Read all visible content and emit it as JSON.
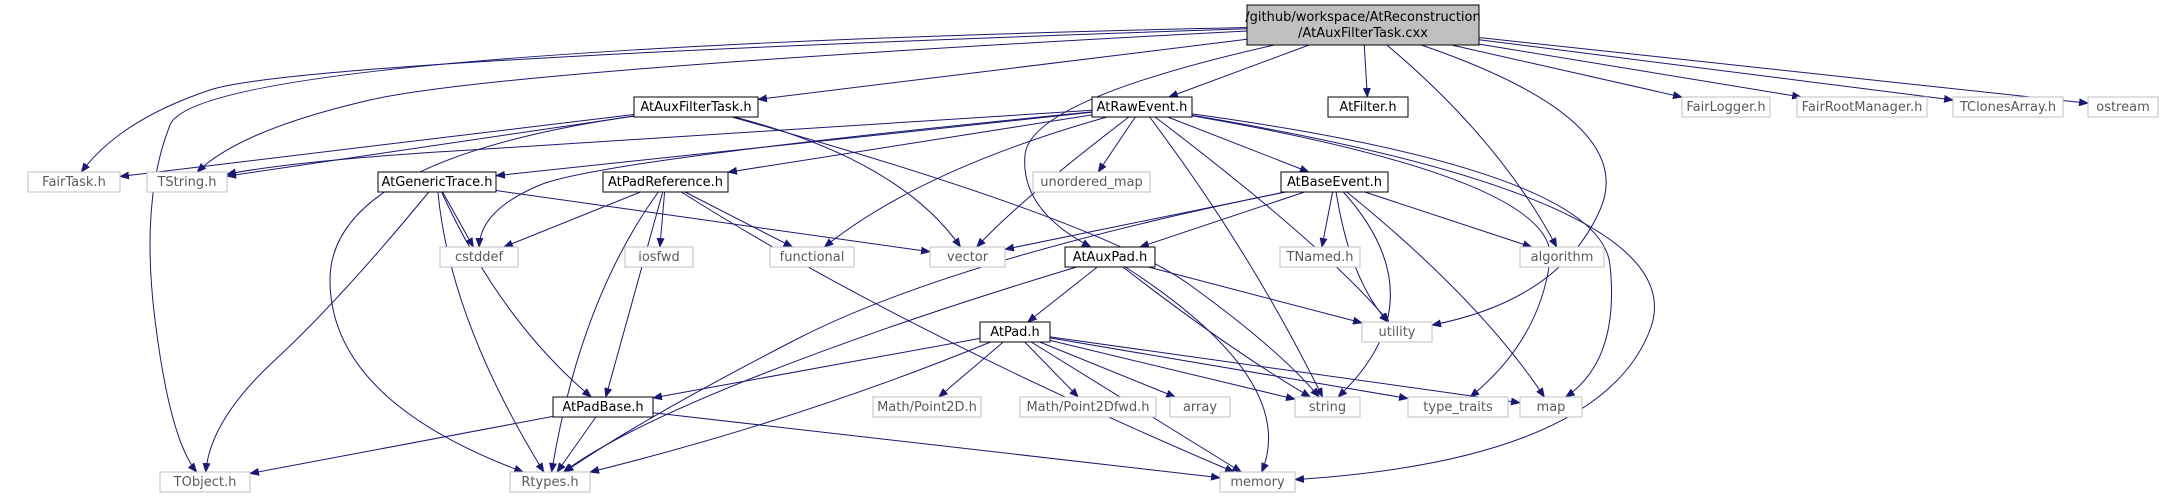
{
  "diagram": {
    "nodes": [
      {
        "id": "root",
        "lines": [
          "/github/workspace/AtReconstruction",
          "/AtAuxFilterTask.cxx"
        ],
        "style": "root"
      },
      {
        "id": "auxfiltertask_h",
        "lines": [
          "AtAuxFilterTask.h"
        ],
        "style": "local"
      },
      {
        "id": "rawevent_h",
        "lines": [
          "AtRawEvent.h"
        ],
        "style": "local"
      },
      {
        "id": "filter_h",
        "lines": [
          "AtFilter.h"
        ],
        "style": "local"
      },
      {
        "id": "fairlogger",
        "lines": [
          "FairLogger.h"
        ],
        "style": "external"
      },
      {
        "id": "fairrootmanager",
        "lines": [
          "FairRootManager.h"
        ],
        "style": "external"
      },
      {
        "id": "tclonesarray",
        "lines": [
          "TClonesArray.h"
        ],
        "style": "external"
      },
      {
        "id": "ostream",
        "lines": [
          "ostream"
        ],
        "style": "external"
      },
      {
        "id": "fairtask",
        "lines": [
          "FairTask.h"
        ],
        "style": "external"
      },
      {
        "id": "tstring",
        "lines": [
          "TString.h"
        ],
        "style": "external"
      },
      {
        "id": "generictrace_h",
        "lines": [
          "AtGenericTrace.h"
        ],
        "style": "local"
      },
      {
        "id": "padreference_h",
        "lines": [
          "AtPadReference.h"
        ],
        "style": "local"
      },
      {
        "id": "unordered_map",
        "lines": [
          "unordered_map"
        ],
        "style": "external"
      },
      {
        "id": "baseevent_h",
        "lines": [
          "AtBaseEvent.h"
        ],
        "style": "local"
      },
      {
        "id": "cstddef",
        "lines": [
          "cstddef"
        ],
        "style": "external"
      },
      {
        "id": "iosfwd",
        "lines": [
          "iosfwd"
        ],
        "style": "external"
      },
      {
        "id": "functional",
        "lines": [
          "functional"
        ],
        "style": "external"
      },
      {
        "id": "vector",
        "lines": [
          "vector"
        ],
        "style": "external"
      },
      {
        "id": "auxpad_h",
        "lines": [
          "AtAuxPad.h"
        ],
        "style": "local"
      },
      {
        "id": "tnamed",
        "lines": [
          "TNamed.h"
        ],
        "style": "external"
      },
      {
        "id": "algorithm",
        "lines": [
          "algorithm"
        ],
        "style": "external"
      },
      {
        "id": "utility",
        "lines": [
          "utility"
        ],
        "style": "external"
      },
      {
        "id": "pad_h",
        "lines": [
          "AtPad.h"
        ],
        "style": "local"
      },
      {
        "id": "padbase_h",
        "lines": [
          "AtPadBase.h"
        ],
        "style": "local"
      },
      {
        "id": "point2d",
        "lines": [
          "Math/Point2D.h"
        ],
        "style": "external"
      },
      {
        "id": "point2dfwd",
        "lines": [
          "Math/Point2Dfwd.h"
        ],
        "style": "external"
      },
      {
        "id": "array",
        "lines": [
          "array"
        ],
        "style": "external"
      },
      {
        "id": "string",
        "lines": [
          "string"
        ],
        "style": "external"
      },
      {
        "id": "type_traits",
        "lines": [
          "type_traits"
        ],
        "style": "external"
      },
      {
        "id": "map",
        "lines": [
          "map"
        ],
        "style": "external"
      },
      {
        "id": "tobject",
        "lines": [
          "TObject.h"
        ],
        "style": "external"
      },
      {
        "id": "rtypes",
        "lines": [
          "Rtypes.h"
        ],
        "style": "external"
      },
      {
        "id": "memory",
        "lines": [
          "memory"
        ],
        "style": "external"
      }
    ],
    "colors": {
      "edge": "#191970",
      "root_fill": "#bfbfbf",
      "local_border": "#000000",
      "external_border": "#bfbfbf",
      "external_text": "#5a5a5a",
      "text": "#000000"
    }
  }
}
